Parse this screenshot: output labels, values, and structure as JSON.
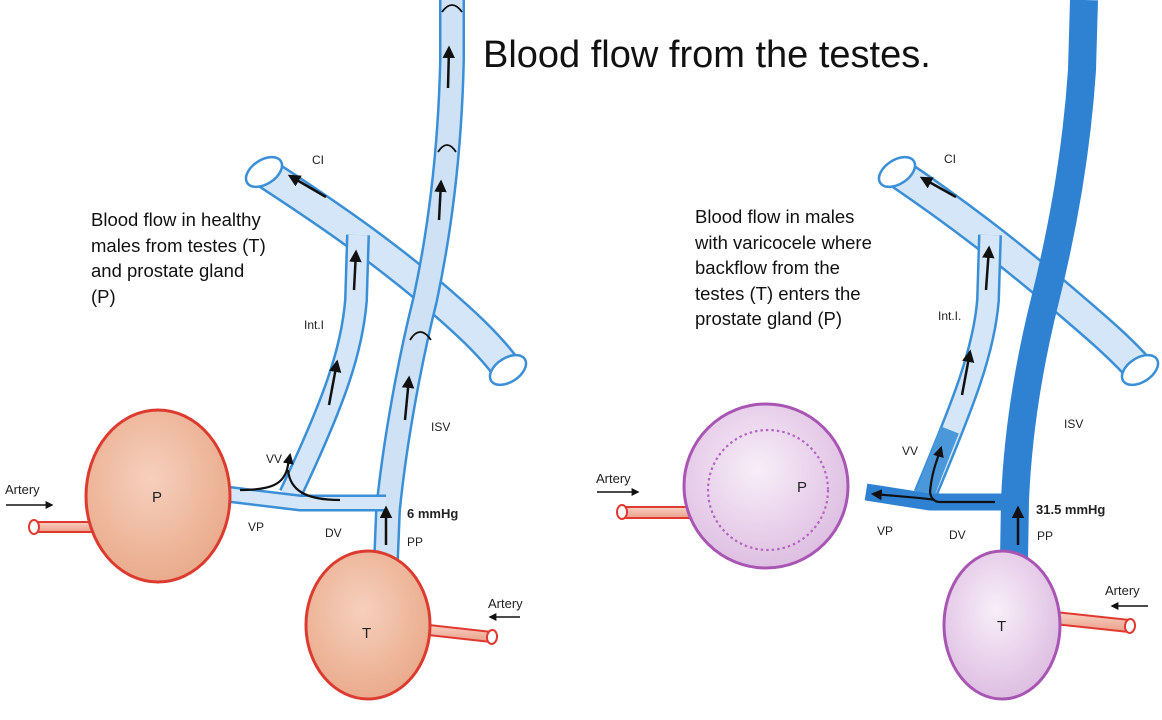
{
  "title": "Blood flow from the testes.",
  "left_panel": {
    "description": "Blood flow in healthy males from testes (T) and prostate gland (P)",
    "labels": {
      "ci": "CI",
      "int_i": "Int.I",
      "isv": "ISV",
      "vv": "VV",
      "vp": "VP",
      "dv": "DV",
      "pp": "PP",
      "p": "P",
      "t": "T",
      "artery_left": "Artery",
      "artery_right": "Artery",
      "pressure": "6 mmHg"
    }
  },
  "right_panel": {
    "description": "Blood flow in males with varicocele where backflow from the testes (T) enters the prostate gland (P)",
    "labels": {
      "ci": "CI",
      "int_i": "Int.I.",
      "isv": "ISV",
      "vv": "VV",
      "vp": "VP",
      "dv": "DV",
      "pp": "PP",
      "p": "P",
      "t": "T",
      "artery_left": "Artery",
      "artery_right": "Artery",
      "pressure": "31.5 mmHg"
    }
  },
  "colors": {
    "vein_light": "#d4e6f7",
    "vein_outline": "#3a8fd6",
    "vein_dark": "#2f82d2",
    "organ_healthy_fill": "#eeb69c",
    "organ_healthy_outline": "#dc3b30",
    "organ_varicocele_fill": "#e9d2ec",
    "organ_varicocele_outline": "#a855b4",
    "artery_fill": "#f1b9a7",
    "artery_outline": "#e03a30"
  },
  "icons": [
    "flow-arrow-icon",
    "valve-icon"
  ]
}
